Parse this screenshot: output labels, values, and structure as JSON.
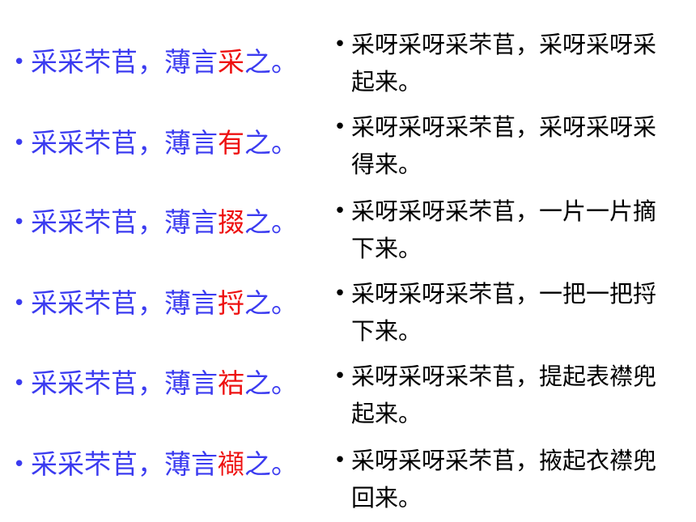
{
  "lines": [
    {
      "before": "采采芣苢，薄言",
      "key": "采",
      "after": "之。",
      "translation": "采呀采呀采芣苢，采呀采呀采起来。"
    },
    {
      "before": "采采芣苢，薄言",
      "key": "有",
      "after": "之。",
      "translation": "采呀采呀采芣苢，采呀采呀采得来。"
    },
    {
      "before": "采采芣苢，薄言",
      "key": "掇",
      "after": "之。",
      "translation": "采呀采呀采芣苢，一片一片摘下来。"
    },
    {
      "before": "采采芣苢，薄言",
      "key": "捋",
      "after": "之。",
      "translation": "采呀采呀采芣苢，一把一把捋下来。"
    },
    {
      "before": "采采芣苢，薄言",
      "key": "袺",
      "after": "之。",
      "translation": "采呀采呀采芣苢，提起表襟兜起来。"
    },
    {
      "before": "采采芣苢，薄言",
      "key": "襭",
      "after": "之。",
      "translation": "采呀采呀采芣苢，掖起衣襟兜回来。"
    }
  ],
  "bullet": "•",
  "colors": {
    "poem_text": "#3b3bf0",
    "key_char": "#ee1111",
    "translation_text": "#000000"
  }
}
